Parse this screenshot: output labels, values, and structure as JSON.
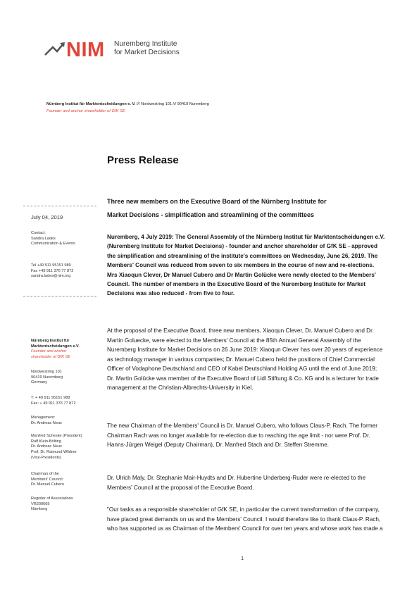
{
  "logo": {
    "wordmark": "NIM",
    "sub_line1": "Nuremberg Institute",
    "sub_line2": "for Market Decisions"
  },
  "header": {
    "org_name": "Nürnberg Institut für Marktentscheidungen e. V.",
    "sep1": "///",
    "street": "Nordwestring 101",
    "sep2": "///",
    "city": "90419 Nuremberg",
    "founder": "Founder and anchor shareholder of GfK SE"
  },
  "title": "Press Release",
  "sidebar": {
    "date": "July 04, 2019",
    "contact_label": "Contact:",
    "contact_name": "Sandra Lades",
    "contact_dept": "Communication & Events",
    "tel": "Tel +49 911 95151 989",
    "fax": "Fax +49 911 376 77 872",
    "email": "sandra.lades@nim.org",
    "org_line1": "Nürnberg Institut für",
    "org_line2": "Marktentscheidungen e.V.",
    "founder_line1": "Founder and anchor",
    "founder_line2": "shareholder of GfK SE",
    "street": "Nordwestring 101",
    "city": "90419 Nuremberg",
    "country": "Germany",
    "t_line": "T:   + 49 911 95151 989",
    "f_line": "Fax: + 49 911 376 77 872",
    "management_label": "Management:",
    "management_name": "Dr. Andreas Neus",
    "board1": "Manfred Scheske (President)",
    "board2": "Ralf Klein-Bölting",
    "board3": "Dr. Andreas Neus",
    "board4": "Prof. Dr. Raimund Wildner",
    "board5": "(Vice-Presidents)",
    "chair_label1": "Chairman of the",
    "chair_label2": "Members' Council:",
    "chair_name": "Dr. Manuel Cubero",
    "register_label": "Register of Associations",
    "register_no": "VR200665",
    "register_city": "Nürnberg"
  },
  "body": {
    "subtitle_line1": "Three new members on the Executive Board of the Nürnberg Institute for",
    "subtitle_line2": "Market Decisions - simplification and streamlining of the committees",
    "lead": "Nuremberg, 4 July 2019: The General Assembly of the Nürnberg Institut für Marktentscheidungen e.V. (Nuremberg Institute for Market Decisions)  - founder and anchor shareholder of GfK SE - approved the simplification and streamlining of the institute's committees on Wednesday, June 26, 2019. The Members' Council was reduced from seven to six members in the course of new and re-elections. Mrs Xiaoqun Clever, Dr Manuel Cubero and Dr Martin Golücke were newly elected to the Members' Council. The number of members in the Executive Board of the Nuremberg Institute for Market Decisions was also reduced - from five to four.",
    "para1": "At the proposal of the Executive Board, three new members, Xiaoqun Clever, Dr. Manuel Cubero and Dr. Martin Goluecke, were elected to the Members' Council at the 85th Annual General Assembly of the Nuremberg Institute for Market Decisions on 26 June 2019: Xiaoqun Clever has over 20 years of experience as technology manager in various companies; Dr. Manuel Cubero held the positions of Chief Commercial Officer of Vodaphone Deutschland and CEO of Kabel Deutschland Holding AG until the end of June 2019; Dr. Martin Golücke was member of the Executive Board of Lidl Stiftung & Co. KG and is a lecturer for trade management at the Christian-Albrechts-University in Kiel.",
    "para2": "The new Chairman of the Members' Council is Dr. Manuel Cubero, who follows Claus-P. Rach. The former Chairman Rach was no longer available for re-election due to reaching the age limit - nor were Prof. Dr. Hanns-Jürgen Weigel (Deputy Chairman), Dr. Manfred Stach and Dr. Steffen Stremme.",
    "para3": "Dr. Ulrich Maly, Dr. Stephanie Mair-Huydts and Dr. Hubertine Underberg-Ruder were re-elected to the Members' Council at the proposal of the Executive Board.",
    "para4": "\"Our tasks as a responsible shareholder of GfK SE, in particular the current transformation of the company, have placed great demands on us and the Members' Council. I would therefore like to thank Claus-P. Rach, who has supported us as Chairman of the Members' Council for over ten years and whose work has made a"
  },
  "page_number": "1",
  "colors": {
    "brand_red": "#e0453a",
    "arrow_gray": "#555555"
  }
}
